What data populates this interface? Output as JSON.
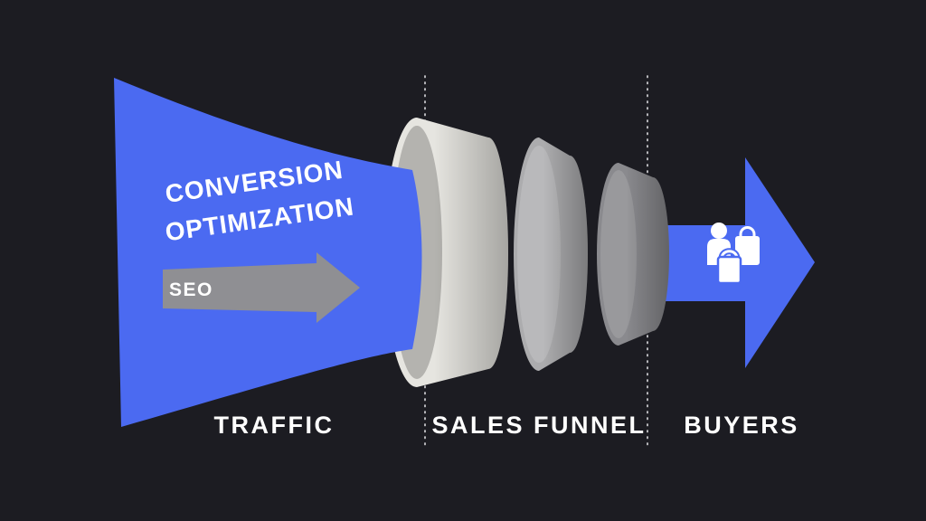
{
  "colors": {
    "background": "#1c1c22",
    "blue": "#4b6af1",
    "stage1": "#e6e5e0",
    "stage1_inner": "#b4b3af",
    "stage2": "#acacae",
    "stage3": "#8a8a8e",
    "seo_arrow": "#8f8f93",
    "divider": "#d2d2d6",
    "label_text": "#ffffff"
  },
  "diagram": {
    "flow_label": {
      "line1": "CONVERSION",
      "line2": "OPTIMIZATION"
    },
    "seo_label": "SEO",
    "sections": [
      {
        "label": "TRAFFIC"
      },
      {
        "label": "SALES FUNNEL"
      },
      {
        "label": "BUYERS"
      }
    ],
    "buyer_icon": "person-with-shopping-bags"
  }
}
